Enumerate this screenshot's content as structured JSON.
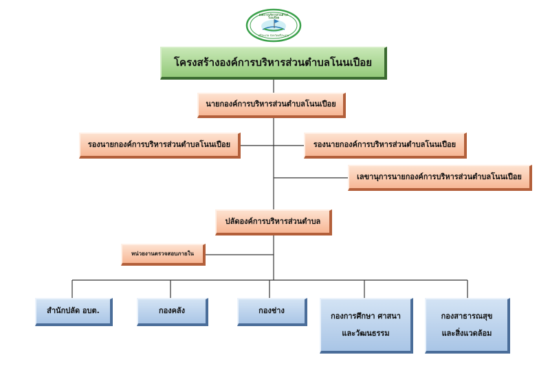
{
  "logo": {
    "top_text": "องค์การบริหารส่วนตำบลโนนเปือย",
    "bottom_text": "ศรีสะเกษ จังหวัดศรีสะเกษ"
  },
  "org": {
    "title": "โครงสร้างองค์การบริหารส่วนตำบลโนนเปือย",
    "chief": "นายกองค์การบริหารส่วนตำบลโนนเปือย",
    "deputy_left": "รองนายกองค์การบริหารส่วนตำบลโนนเปือย",
    "deputy_right": "รองนายกองค์การบริหารส่วนตำบลโนนเปือย",
    "secretary": "เลขานุการนายกองค์การบริหารส่วนตำบลโนนเปือย",
    "palad": "ปลัดองค์การบริหารส่วนตำบล",
    "audit": "หน่วยงานตรวจสอบภายใน",
    "divisions": [
      {
        "line1": "สำนักปลัด อบต.",
        "line2": ""
      },
      {
        "line1": "กองคลัง",
        "line2": ""
      },
      {
        "line1": "กองช่าง",
        "line2": ""
      },
      {
        "line1": "กองการศึกษา ศาสนา",
        "line2": "และวัฒนธรรม"
      },
      {
        "line1": "กองสาธารณสุข",
        "line2": "และสิ่งแวดล้อม"
      }
    ]
  },
  "colors": {
    "title_fill": "#a9d695",
    "exec_fill": "#f9c4a6",
    "division_fill": "#bcd3ee",
    "line": "#333333"
  }
}
